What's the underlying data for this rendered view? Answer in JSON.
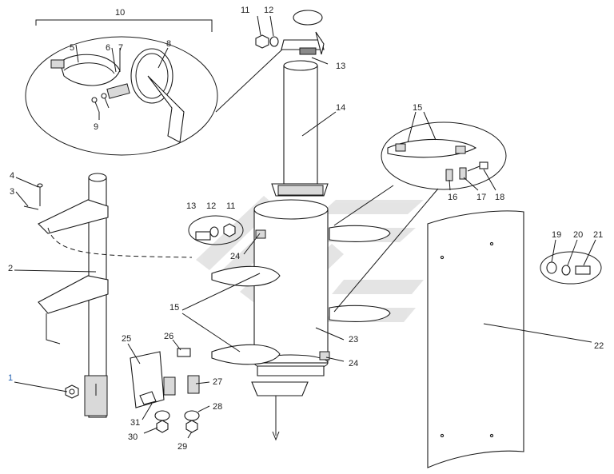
{
  "diagram": {
    "labels": [
      "1",
      "2",
      "3",
      "4",
      "5",
      "6",
      "7",
      "8",
      "9",
      "10",
      "11",
      "12",
      "13",
      "14",
      "15",
      "16",
      "17",
      "18",
      "19",
      "20",
      "21",
      "22",
      "23",
      "24",
      "25",
      "26",
      "27",
      "28",
      "29",
      "30",
      "31"
    ],
    "second_labels": {
      "11": "11",
      "12": "12",
      "13": "13",
      "15": "15",
      "24": "24"
    }
  }
}
